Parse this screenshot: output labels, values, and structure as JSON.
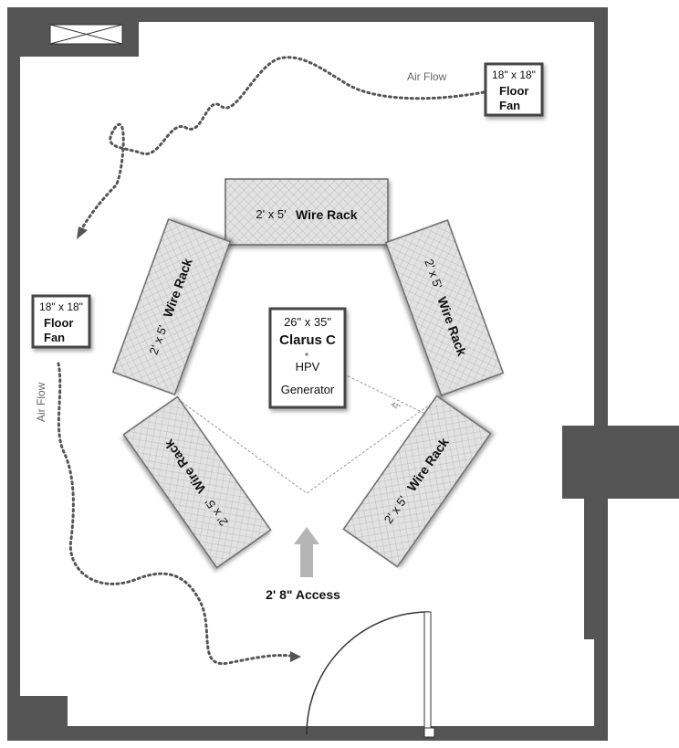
{
  "racks": [
    {
      "size": "2' x 5'",
      "name": "Wire Rack"
    },
    {
      "size": "2' x 5'",
      "name": "Wire Rack"
    },
    {
      "size": "2' x 5'",
      "name": "Wire Rack"
    },
    {
      "size": "2' x 5'",
      "name": "Wire Rack"
    },
    {
      "size": "2' x 5'",
      "name": "Wire Rack"
    }
  ],
  "generator": {
    "size": "26\" x 35\"",
    "name": "Clarus C",
    "line2": "HPV",
    "line3": "Generator"
  },
  "fans": [
    {
      "size": "18\" x 18\"",
      "line1": "Floor",
      "line2": "Fan"
    },
    {
      "size": "18\" x 18\"",
      "line1": "Floor",
      "line2": "Fan"
    }
  ],
  "airflow_labels": [
    "Air Flow",
    "Air Flow"
  ],
  "access_label": "2' 8\" Access",
  "angle_label": "42\"",
  "colors": {
    "wall": "#555555",
    "rack_fill": "#dcdcdc",
    "rack_stroke": "#666666",
    "access_arrow": "#b5b5b5",
    "airflow_dots": "#555555"
  }
}
